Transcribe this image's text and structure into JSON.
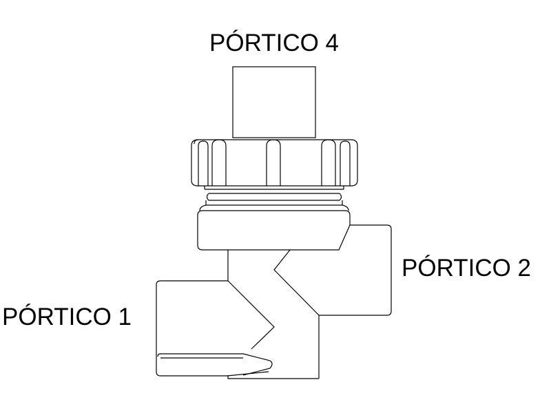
{
  "labels": {
    "port4": "PÓRTICO 4",
    "port2": "PÓRTICO 2",
    "port1": "PÓRTICO 1"
  },
  "colors": {
    "stroke": "#000000",
    "background": "#ffffff"
  }
}
